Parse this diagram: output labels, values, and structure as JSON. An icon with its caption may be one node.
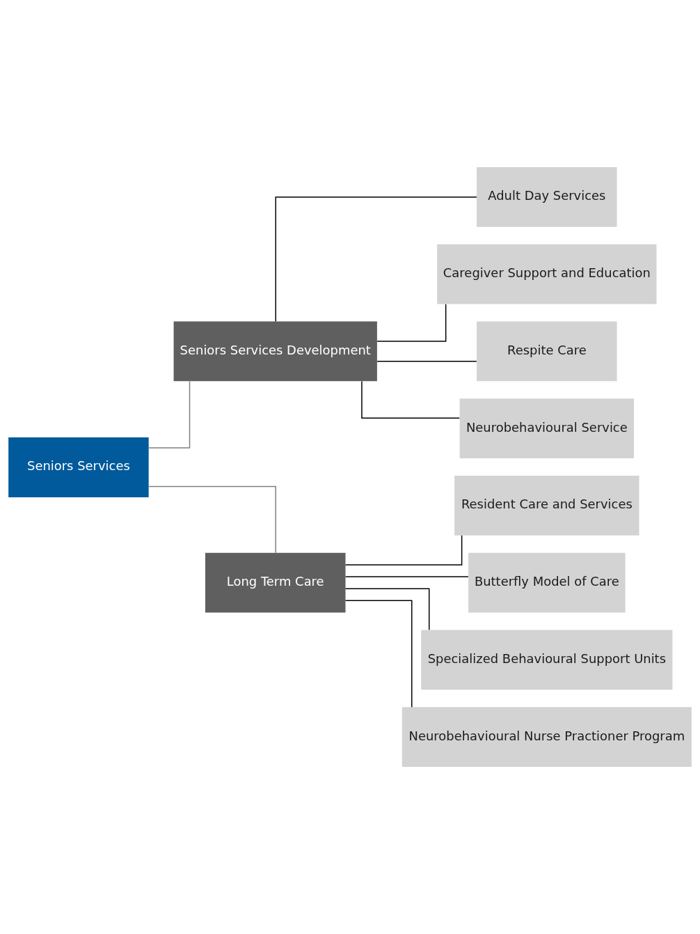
{
  "diagram": {
    "nodes": [
      {
        "text": [
          "Seniors Services"
        ]
      },
      {
        "text": [
          "Seniors Services Development"
        ]
      },
      {
        "text": [
          "Long Term Care"
        ]
      },
      {
        "text": [
          "Adult Day Services"
        ]
      },
      {
        "text": [
          "Caregiver Support and Education"
        ]
      },
      {
        "text": [
          "Respite Care"
        ]
      },
      {
        "text": [
          "Neurobehavioural Service"
        ]
      },
      {
        "text": [
          "Resident Care and Services"
        ]
      },
      {
        "text": [
          "Butterfly Model of Care"
        ]
      },
      {
        "text": [
          "Specialized Behavioural Support Units"
        ]
      },
      {
        "text": [
          "Neurobehavioural Nurse Practioner Program"
        ]
      }
    ],
    "edges": [
      {
        "from": 0,
        "to": 1,
        "arrow": "none",
        "color": "#808080"
      },
      {
        "from": 0,
        "to": 2,
        "arrow": "none",
        "color": "#808080"
      },
      {
        "from": 1,
        "to": 3,
        "arrow": "none"
      },
      {
        "from": 1,
        "to": 4,
        "arrow": "none"
      },
      {
        "from": 1,
        "to": 5,
        "arrow": "none"
      },
      {
        "from": 1,
        "to": 6,
        "arrow": "none"
      },
      {
        "from": 2,
        "to": 7,
        "arrow": "none"
      },
      {
        "from": 2,
        "to": 8,
        "arrow": "none"
      },
      {
        "from": 2,
        "to": 9,
        "arrow": "none"
      },
      {
        "from": 2,
        "to": 10,
        "arrow": "none"
      }
    ]
  }
}
